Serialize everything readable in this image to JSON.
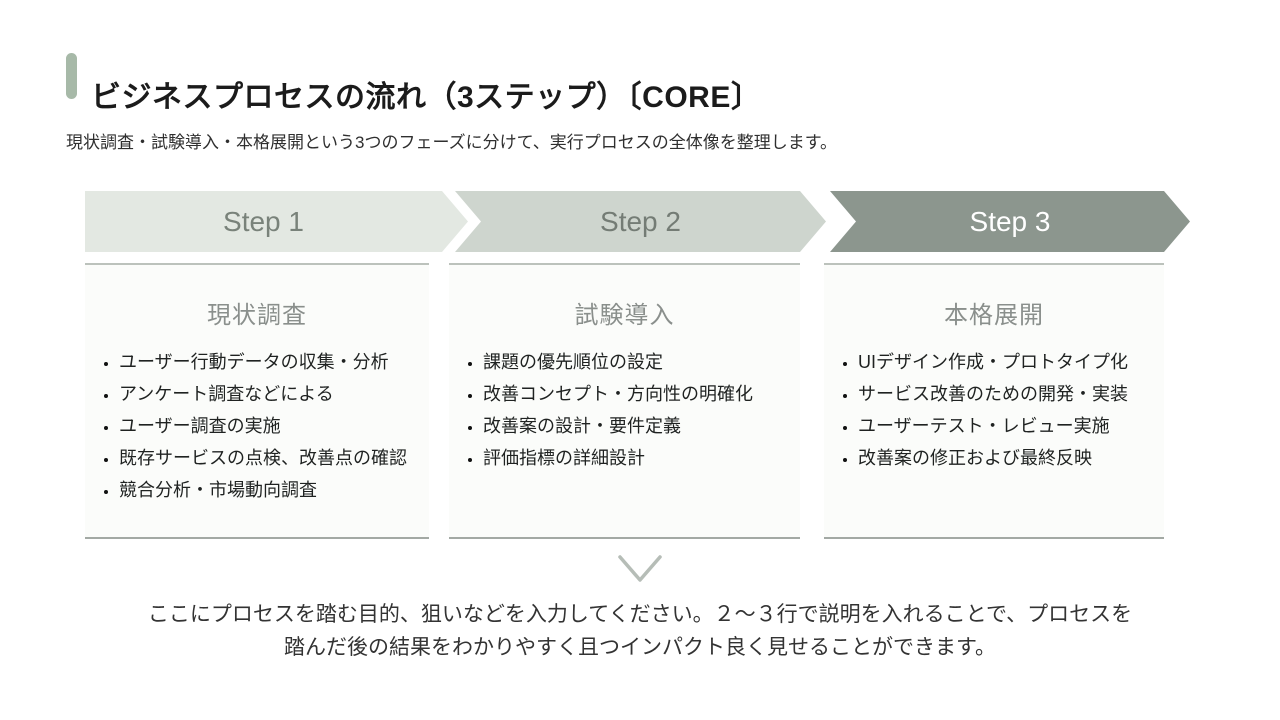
{
  "slide": {
    "title": "ビジネスプロセスの流れ（3ステップ）〔CORE〕",
    "subtitle": "現状調査・試験導入・本格展開という3つのフェーズに分けて、実行プロセスの全体像を整理します。",
    "steps": [
      {
        "label": "Step 1",
        "phase": "現状調査",
        "items": [
          "ユーザー行動データの収集・分析",
          "アンケート調査などによる",
          "ユーザー調査の実施",
          "既存サービスの点検、改善点の確認",
          "競合分析・市場動向調査"
        ]
      },
      {
        "label": "Step 2",
        "phase": "試験導入",
        "items": [
          "課題の優先順位の設定",
          "改善コンセプト・方向性の明確化",
          "改善案の設計・要件定義",
          "評価指標の詳細設計"
        ]
      },
      {
        "label": "Step 3",
        "phase": "本格展開",
        "items": [
          "UIデザイン作成・プロトタイプ化",
          "サービス改善のための開発・実装",
          "ユーザーテスト・レビュー実施",
          "改善案の修正および最終反映"
        ]
      }
    ],
    "footer": {
      "line1": "ここにプロセスを踏む目的、狙いなどを入力してください。２～３行で説明を入れることで、プロセスを",
      "line2": "踏んだ後の結果をわかりやすく且つインパクト良く見せることができます。"
    },
    "icons": {
      "divider": "chevron-down-icon"
    },
    "colors": {
      "accent_bar": "#a7b9a8",
      "step1_bg": "#e3e8e2",
      "step2_bg": "#ced5ce",
      "step3_bg": "#8c968e",
      "step12_text": "#79827a",
      "step3_text": "#ffffff",
      "phase_title_text": "#8a8f8c",
      "body_text": "#1f2221",
      "divider_top": "#bcc2bc",
      "divider_bottom": "#a3a9a4",
      "chevron": "#b6bdb7"
    }
  }
}
